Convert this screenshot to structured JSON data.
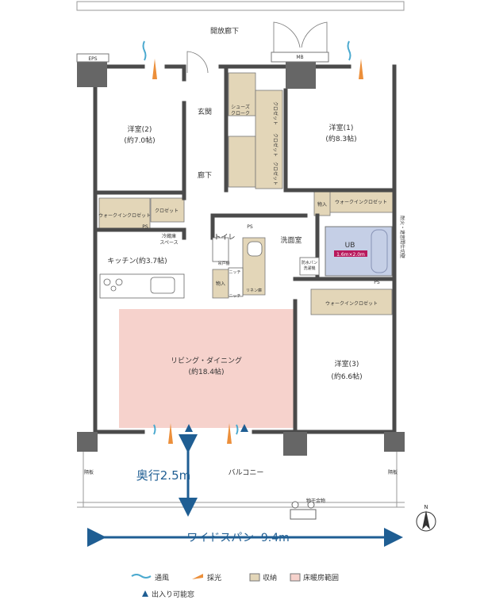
{
  "labels": {
    "corridor": "開放廊下",
    "eps": "EPS",
    "mb": "MB",
    "entrance": "玄関",
    "shoe_closet": [
      "シューズ",
      "クローク"
    ],
    "closet": "クロゼット",
    "hallway": "廊下",
    "room2": "洋室(2)",
    "room2_size": "(約7.0帖)",
    "room1": "洋室(1)",
    "room1_size": "(約8.3帖)",
    "room3": "洋室(3)",
    "room3_size": "(約6.6帖)",
    "wic": "ウォークインクロゼット",
    "storage": "物入",
    "ps": "PS",
    "fridge": [
      "冷蔵庫",
      "スペース"
    ],
    "kitchen": "キッチン(約3.7帖)",
    "toilet": "トイレ",
    "washroom": "洗面室",
    "niche": "ニッチ",
    "linen": "リネン庫",
    "wall_shelf": "吊戸棚",
    "ub": "UB",
    "ub_size": "1.6m×2.0m",
    "waterpan": [
      "防水パン",
      "洗濯機"
    ],
    "living": "リビング・ダイニング",
    "living_size": "(約18.4帖)",
    "balcony": "バルコニー",
    "divider": "隔板",
    "depth": "奥行2.5m",
    "dryer": "物干金物",
    "width_span": "ワイドスパン  9.4m",
    "north": "N",
    "fire_wall": "耐火・遮音間仕切壁"
  },
  "legend": {
    "ventilation": "通風",
    "daylight": "採光",
    "storage": "収納",
    "floor_heating": "床暖房範囲",
    "exit_window": "出入り可能窓"
  },
  "colors": {
    "storage": "#e3d6b8",
    "floor_heating": "#f6d2cc",
    "ub_fill": "#c5cfe6",
    "ub_label_bg": "#b8195c",
    "blue_arrow": "#1f5e93",
    "vent": "#4aa9cf",
    "light": "#ec8f3a",
    "wall": "#4a4a4a"
  },
  "icons": [
    "north-arrow-icon",
    "ventilation-icon",
    "daylight-icon",
    "storage-swatch-icon",
    "floor-heating-swatch-icon",
    "exit-window-icon"
  ]
}
